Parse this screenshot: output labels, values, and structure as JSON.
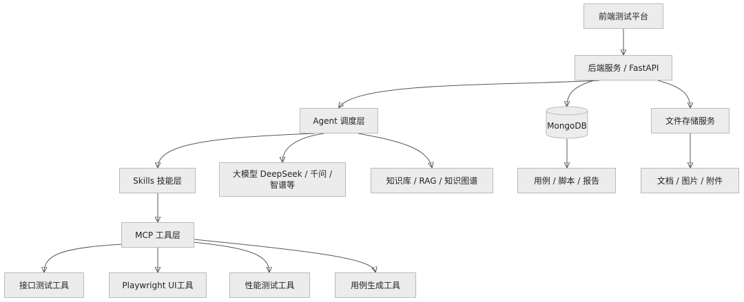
{
  "diagram": {
    "nodes": {
      "frontend": "前端测试平台",
      "backend": "后端服务 / FastAPI",
      "agent": "Agent 调度层",
      "mongodb": "MongoDB",
      "filestore": "文件存储服务",
      "skills": "Skills 技能层",
      "llm": "大模型 DeepSeek / 千问 /\n智谱等",
      "knowledge": "知识库 / RAG / 知识图谱",
      "cases": "用例 / 脚本 / 报告",
      "docs": "文档 / 图片 / 附件",
      "mcp": "MCP 工具层",
      "api_tool": "接口测试工具",
      "playwright": "Playwright UI工具",
      "perf_tool": "性能测试工具",
      "casegen_tool": "用例生成工具"
    },
    "edges": [
      [
        "frontend",
        "backend"
      ],
      [
        "backend",
        "agent"
      ],
      [
        "backend",
        "mongodb"
      ],
      [
        "backend",
        "filestore"
      ],
      [
        "agent",
        "skills"
      ],
      [
        "agent",
        "llm"
      ],
      [
        "agent",
        "knowledge"
      ],
      [
        "mongodb",
        "cases"
      ],
      [
        "filestore",
        "docs"
      ],
      [
        "skills",
        "mcp"
      ],
      [
        "mcp",
        "api_tool"
      ],
      [
        "mcp",
        "playwright"
      ],
      [
        "mcp",
        "perf_tool"
      ],
      [
        "mcp",
        "casegen_tool"
      ]
    ],
    "colors": {
      "node_fill": "#ececec",
      "node_border": "#b9b9b9",
      "edge": "#555555"
    }
  }
}
